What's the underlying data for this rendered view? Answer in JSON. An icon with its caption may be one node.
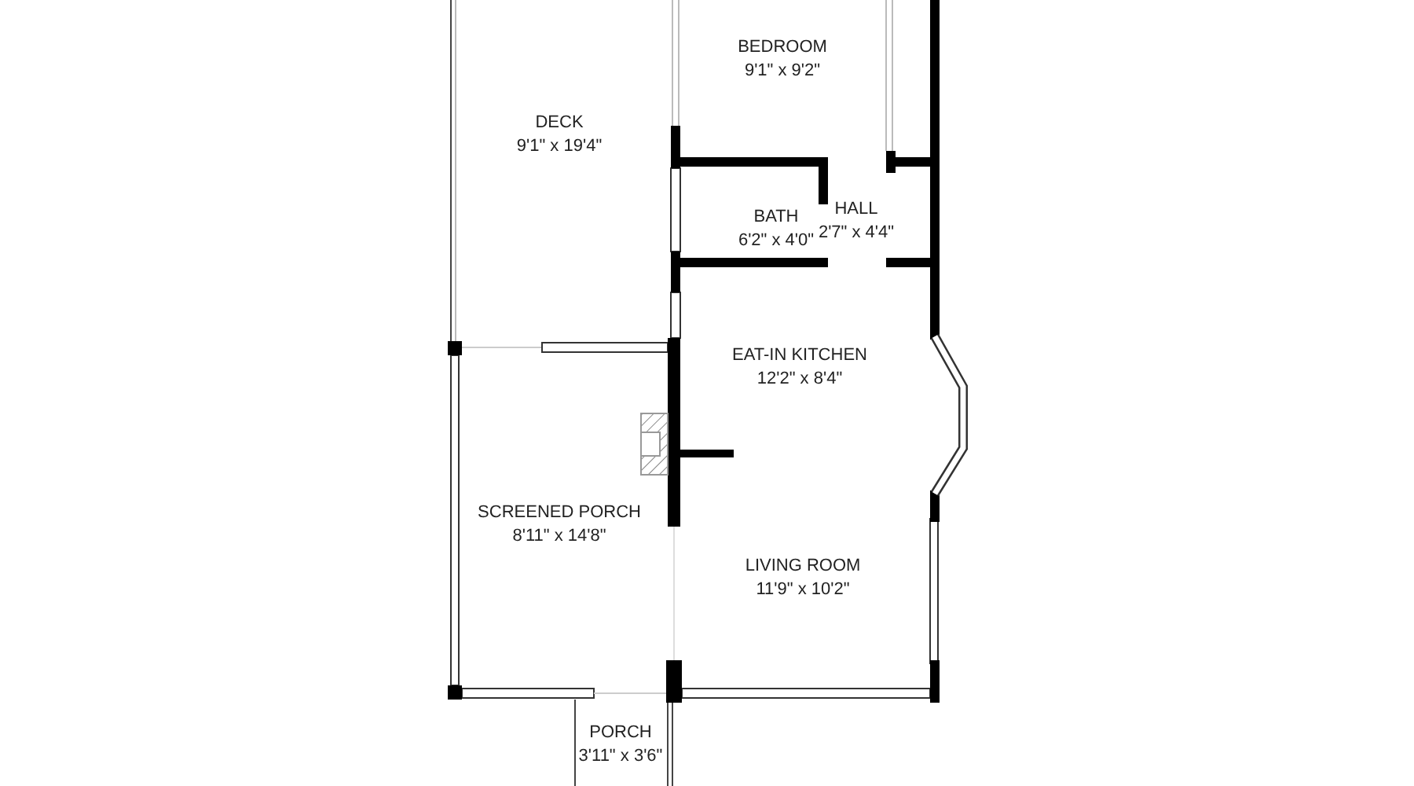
{
  "diagram": {
    "nodes": [
      {
        "text": [
          "DECK",
          "9'1\" x 19'4\""
        ]
      },
      {
        "text": [
          "BEDROOM",
          "9'1\" x 9'2\""
        ]
      },
      {
        "text": [
          "BATH",
          "6'2\" x 4'0\""
        ]
      },
      {
        "text": [
          "HALL",
          "2'7\" x 4'4\""
        ]
      },
      {
        "text": [
          "EAT-IN KITCHEN",
          "12'2\" x 8'4\""
        ]
      },
      {
        "text": [
          "SCREENED PORCH",
          "8'11\" x 14'8\""
        ]
      },
      {
        "text": [
          "LIVING ROOM",
          "11'9\" x 10'2\""
        ]
      },
      {
        "text": [
          "PORCH",
          "3'11\" x 3'6\""
        ]
      }
    ]
  }
}
